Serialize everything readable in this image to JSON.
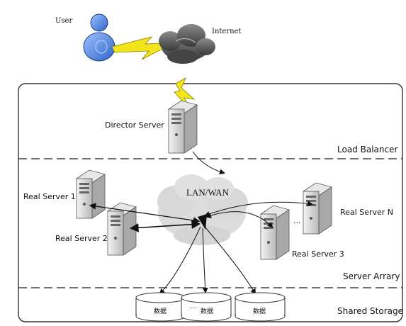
{
  "user": {
    "label": "User"
  },
  "internet": {
    "label": "Internet"
  },
  "director": {
    "label": "Director Server"
  },
  "network": {
    "label": "LAN/WAN"
  },
  "servers": [
    {
      "label": "Real Server 1"
    },
    {
      "label": "Real Server 2"
    },
    {
      "label": "Real Server 3"
    },
    {
      "label": "Real Server N"
    }
  ],
  "ellipsis": "...",
  "storage": [
    {
      "label": "数据"
    },
    {
      "label": "数据"
    },
    {
      "label": "数据"
    }
  ],
  "storage_ellipsis": "...",
  "tiers": {
    "load_balancer": "Load Balancer",
    "server_array": "Server Arrary",
    "shared_storage": "Shared Storage"
  },
  "colors": {
    "user_blue": "#4a7fd6",
    "lightning": "#f2e51c",
    "cloud_dark": "#5a5a5a",
    "server_gray": "#cfcfcf",
    "frame": "#333333"
  }
}
